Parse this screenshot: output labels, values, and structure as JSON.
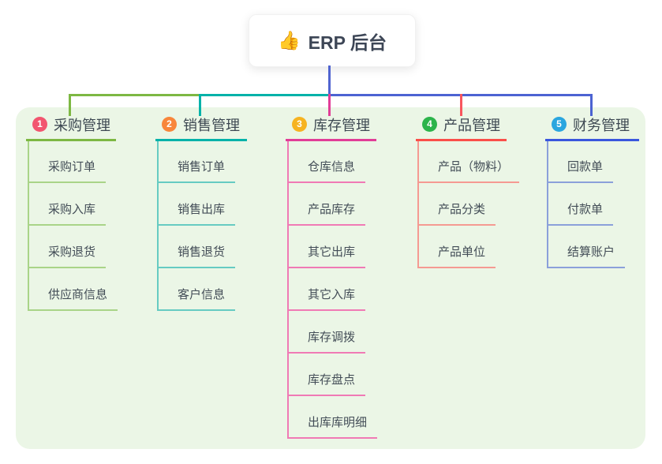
{
  "root": {
    "thumbs_up_icon": "👍",
    "title": "ERP 后台"
  },
  "colors": {
    "panel_bg": "#ebf6e6",
    "root_line": "#5064d0",
    "bus_left": "#7db843",
    "bus_mid": "#00b2a9",
    "bus_right": "#4c63d2",
    "text_dark": "#3d4852"
  },
  "branches": [
    {
      "badge": "1",
      "label": "采购管理",
      "main": "#7db843",
      "light": "#a9d488",
      "badge_color": "#f2556f",
      "drop": "#7db843",
      "children": [
        "采购订单",
        "采购入库",
        "采购退货",
        "供应商信息"
      ]
    },
    {
      "badge": "2",
      "label": "销售管理",
      "main": "#00b2a9",
      "light": "#66cbc2",
      "badge_color": "#f8863b",
      "drop": "#00b2a9",
      "children": [
        "销售订单",
        "销售出库",
        "销售退货",
        "客户信息"
      ]
    },
    {
      "badge": "3",
      "label": "库存管理",
      "main": "#e13d97",
      "light": "#f07ab5",
      "badge_color": "#f6b321",
      "drop": "#e13d97",
      "children": [
        "仓库信息",
        "产品库存",
        "其它出库",
        "其它入库",
        "库存调拨",
        "库存盘点",
        "出库库明细"
      ]
    },
    {
      "badge": "4",
      "label": "产品管理",
      "main": "#fa4f4a",
      "light": "#f59a92",
      "badge_color": "#2cb44b",
      "drop": "#f8565e",
      "children": [
        "产品（物料）",
        "产品分类",
        "产品单位"
      ]
    },
    {
      "badge": "5",
      "label": "财务管理",
      "main": "#3a57dd",
      "light": "#8ba0da",
      "badge_color": "#2aa6df",
      "drop": "#4c63d2",
      "children": [
        "回款单",
        "付款单",
        "结算账户"
      ]
    }
  ]
}
